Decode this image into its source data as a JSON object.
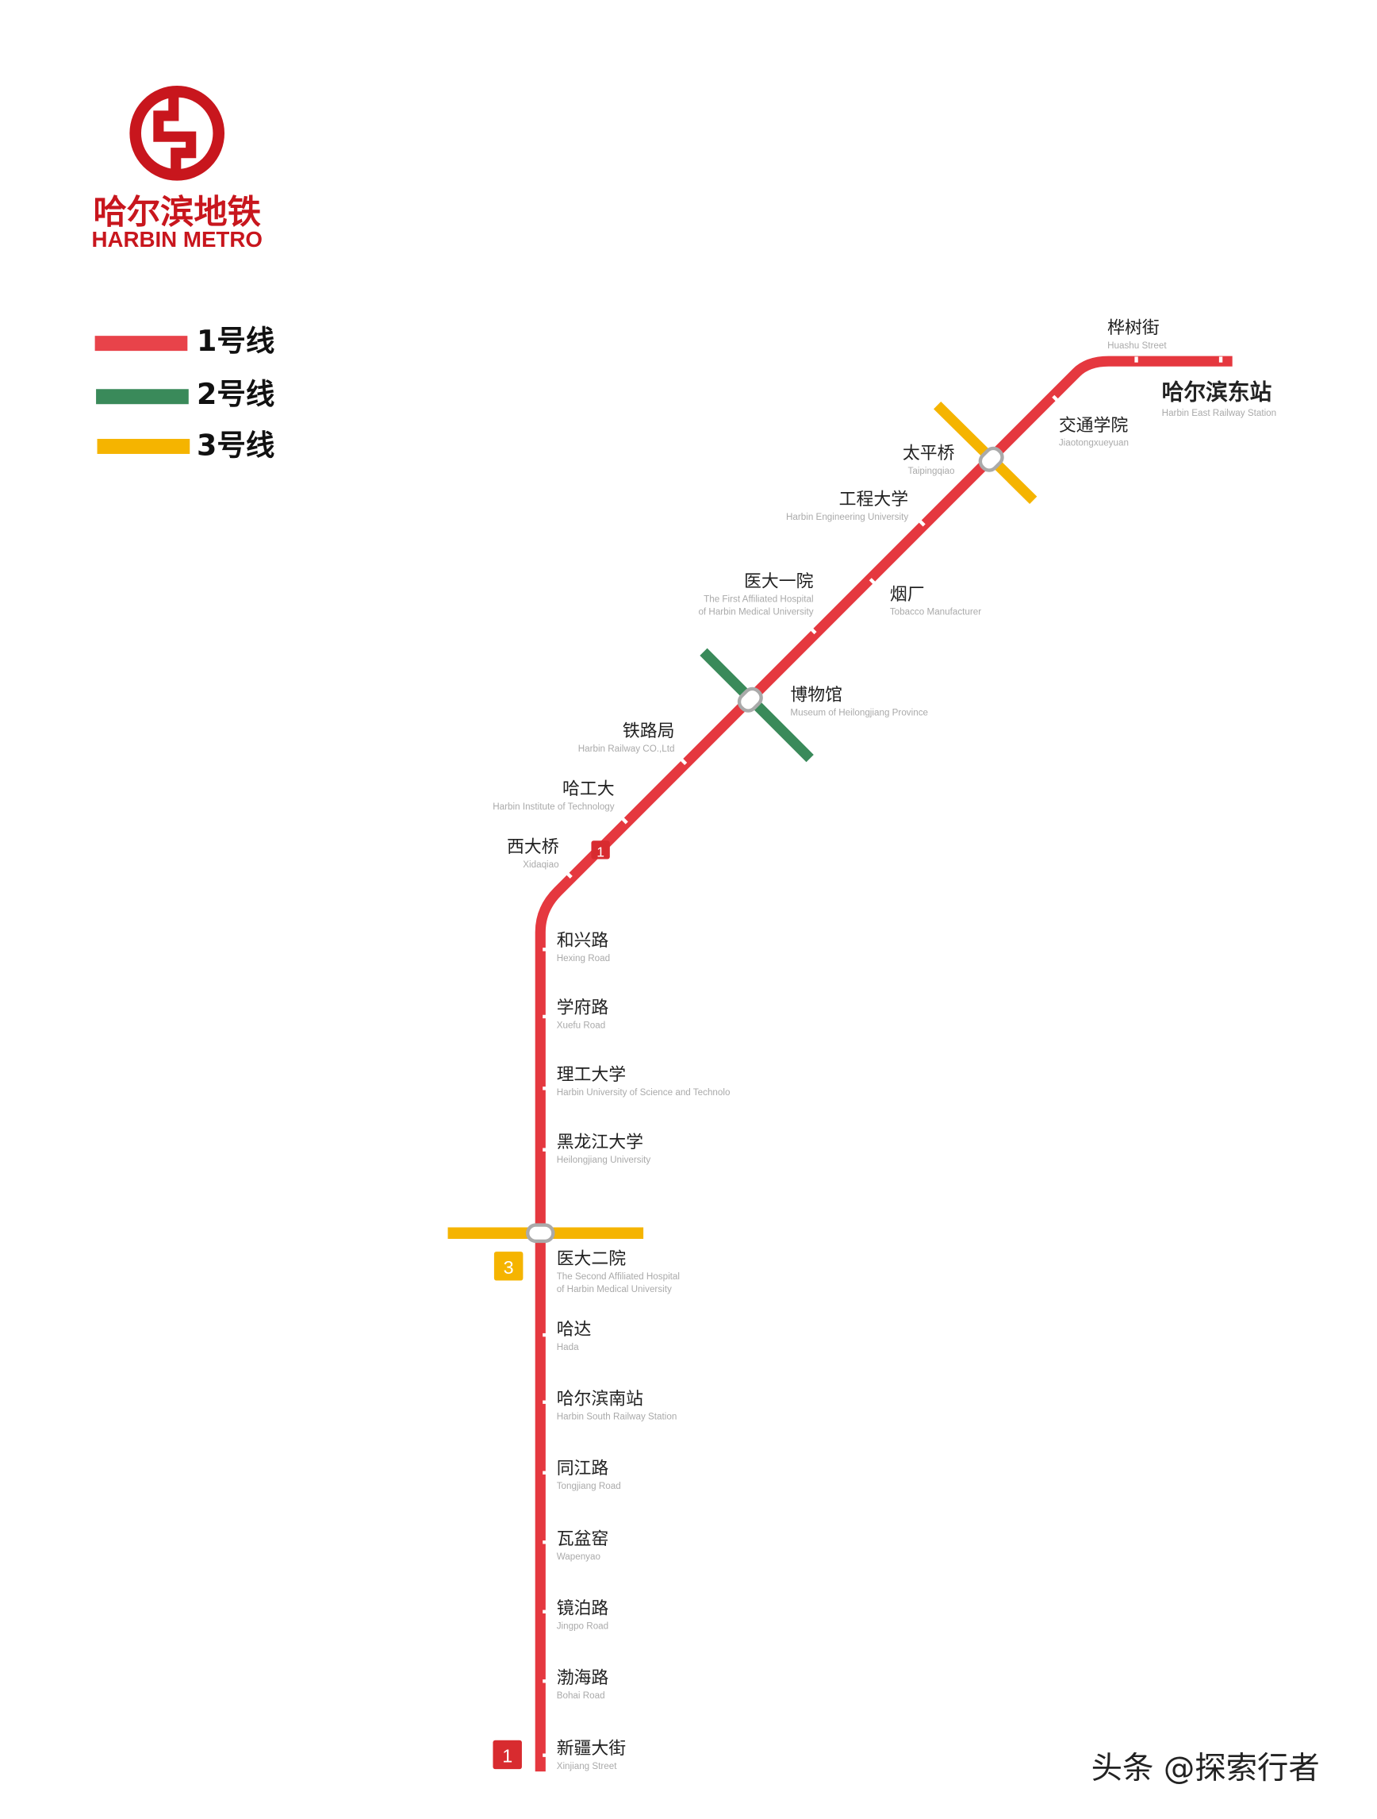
{
  "logo": {
    "name_cn": "哈尔滨地铁",
    "name_en": "HARBIN METRO",
    "color": "#c8161d"
  },
  "legend": [
    {
      "label": "1号线",
      "color": "#e8434a"
    },
    {
      "label": "2号线",
      "color": "#3a8a5a"
    },
    {
      "label": "3号线",
      "color": "#f5b400"
    }
  ],
  "line_badges": {
    "line1_top": "1",
    "line1_bottom": "1",
    "line3": "3"
  },
  "stations": [
    {
      "cn": "桦树街",
      "en": [
        "Huashu Street"
      ]
    },
    {
      "cn": "哈尔滨东站",
      "en": [
        "Harbin East Railway Station"
      ]
    },
    {
      "cn": "交通学院",
      "en": [
        "Jiaotongxueyuan"
      ]
    },
    {
      "cn": "太平桥",
      "en": [
        "Taipingqiao"
      ]
    },
    {
      "cn": "工程大学",
      "en": [
        "Harbin Engineering University"
      ]
    },
    {
      "cn": "医大一院",
      "en": [
        "The First Affiliated Hospital",
        "of Harbin Medical University"
      ]
    },
    {
      "cn": "烟厂",
      "en": [
        "Tobacco Manufacturer"
      ]
    },
    {
      "cn": "博物馆",
      "en": [
        "Museum of Heilongjiang Province"
      ]
    },
    {
      "cn": "铁路局",
      "en": [
        "Harbin Railway CO.,Ltd"
      ]
    },
    {
      "cn": "哈工大",
      "en": [
        "Harbin Institute of Technology"
      ]
    },
    {
      "cn": "西大桥",
      "en": [
        "Xidaqiao"
      ]
    },
    {
      "cn": "和兴路",
      "en": [
        "Hexing Road"
      ]
    },
    {
      "cn": "学府路",
      "en": [
        "Xuefu Road"
      ]
    },
    {
      "cn": "理工大学",
      "en": [
        "Harbin University of Science and Technolo"
      ]
    },
    {
      "cn": "黑龙江大学",
      "en": [
        "Heilongjiang University"
      ]
    },
    {
      "cn": "医大二院",
      "en": [
        "The Second Affiliated Hospital",
        "of Harbin Medical University"
      ]
    },
    {
      "cn": "哈达",
      "en": [
        "Hada"
      ]
    },
    {
      "cn": "哈尔滨南站",
      "en": [
        "Harbin South Railway Station"
      ]
    },
    {
      "cn": "同江路",
      "en": [
        "Tongjiang Road"
      ]
    },
    {
      "cn": "瓦盆窑",
      "en": [
        "Wapenyao"
      ]
    },
    {
      "cn": "镜泊路",
      "en": [
        "Jingpo Road"
      ]
    },
    {
      "cn": "渤海路",
      "en": [
        "Bohai Road"
      ]
    },
    {
      "cn": "新疆大街",
      "en": [
        "Xinjiang Street"
      ]
    }
  ],
  "watermark": "头条 @探索行者"
}
